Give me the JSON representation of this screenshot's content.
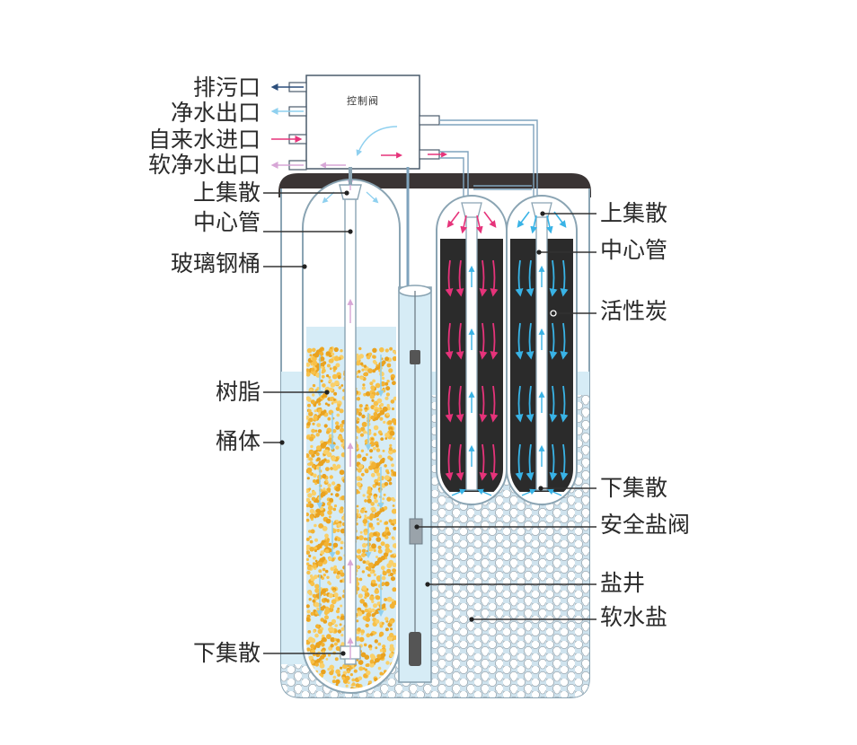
{
  "control_valve": {
    "label": "控制阀"
  },
  "ports": {
    "drain": "排污口",
    "clean_out": "净水出口",
    "tap_in": "自来水进口",
    "soft_clean_out": "软净水出口"
  },
  "resin_tank": {
    "upper_distributor": "上集散",
    "center_pipe": "中心管",
    "fiberglass_tank": "玻璃钢桶",
    "resin": "树脂",
    "cabinet": "桶体",
    "lower_distributor": "下集散"
  },
  "carbon_filter": {
    "upper_distributor": "上集散",
    "center_pipe": "中心管",
    "activated_carbon": "活性炭",
    "lower_distributor": "下集散"
  },
  "brine": {
    "safety_valve": "安全盐阀",
    "brine_well": "盐井",
    "softener_salt": "软水盐"
  },
  "colors": {
    "water": "#d6ecf6",
    "resin": "#f2b233",
    "carbon": "#2b2b2b",
    "flow_blue": "#39b3e6",
    "flow_pink": "#e6337a",
    "cabinet_top": "#3a3434",
    "salt": "#ffffff"
  },
  "icons": {
    "flow_arrow": "arrow-icon",
    "salt_ball": "circle"
  }
}
